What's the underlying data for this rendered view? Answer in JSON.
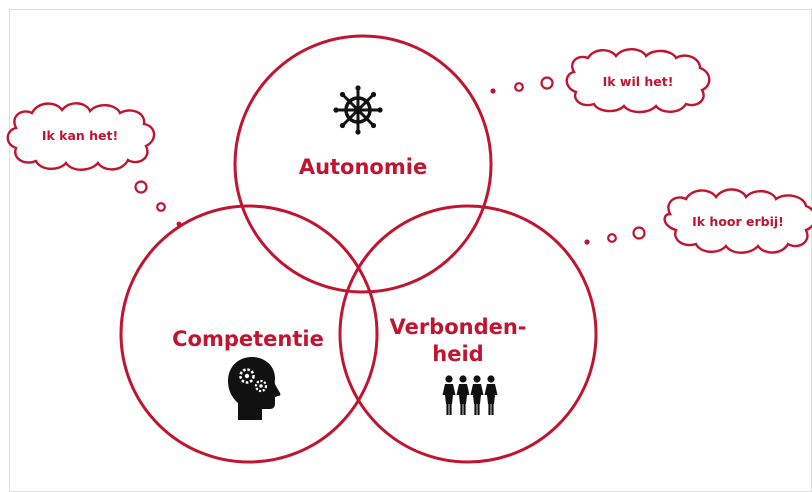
{
  "colors": {
    "accent": "#c0142f",
    "icon": "#111111",
    "frame": "#dddddd",
    "background": "#ffffff"
  },
  "circles": {
    "top": {
      "label": "Autonomie",
      "icon": "ship-wheel-icon"
    },
    "left": {
      "label": "Competentie",
      "icon": "head-gears-icon"
    },
    "right": {
      "label_line1": "Verbonden-",
      "label_line2": "heid",
      "icon": "group-people-icon"
    }
  },
  "bubbles": {
    "left": {
      "text": "Ik kan het!"
    },
    "top_right": {
      "text": "Ik wil het!"
    },
    "right": {
      "text": "Ik hoor erbij!"
    }
  }
}
